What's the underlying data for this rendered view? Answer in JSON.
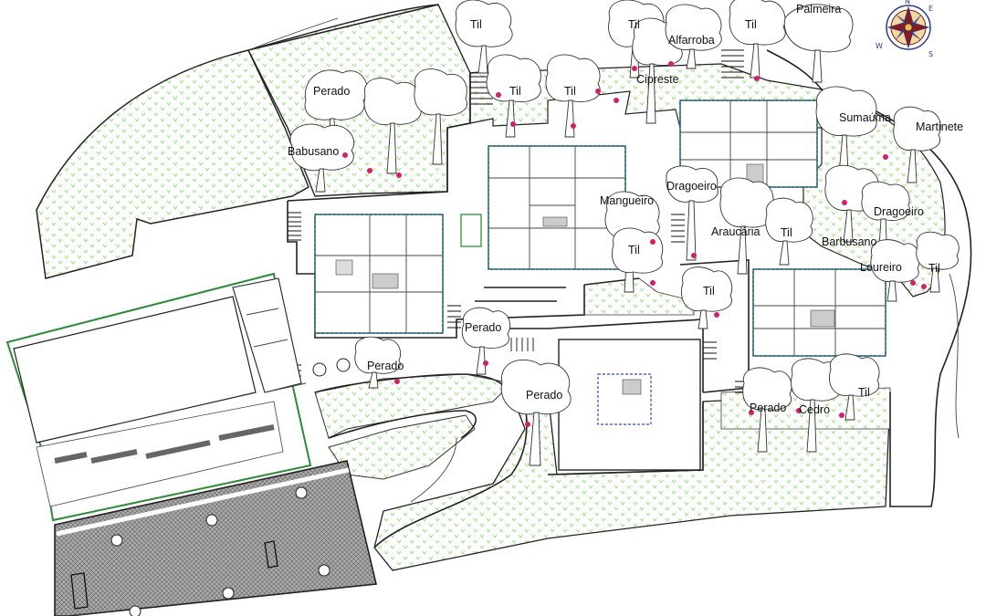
{
  "map": {
    "colors": {
      "garden_fill": "#8fe070",
      "building_green_wall": "#2e8b3a",
      "building_blue_outline": "#3446c8",
      "tree_marker": "#d4206a",
      "paved_area": "#9a9a9a"
    },
    "compass": {
      "icon": "compass-rose-icon",
      "letters": [
        "N",
        "E",
        "S",
        "W"
      ]
    },
    "tree_labels": {
      "palmeira": "Palmeira",
      "til_top1": "Til",
      "til_top2": "Til",
      "til_top3": "Til",
      "til_top4": "Til",
      "alfarroba": "Alfarroba",
      "perado_top": "Perado",
      "til_mid1": "Til",
      "til_mid2": "Til",
      "cipreste": "Cipreste",
      "babusano": "Babusano",
      "sumauma": "Sumaúma",
      "martinete": "Martinete",
      "mangueiro": "Mangueiro",
      "dragoeiro_1": "Dragoeiro",
      "dragoeiro_2": "Dragoeiro",
      "araucaria": "Araucária",
      "barbusano": "Barbusano",
      "til_left": "Til",
      "til_center": "Til",
      "loureiro": "Loureiro",
      "til_right": "Til",
      "perado_a": "Perado",
      "perado_b": "Perado",
      "perado_c": "Perado",
      "perado_d": "Perado",
      "cedro": "Cedro",
      "til_bottom": "Til"
    }
  }
}
